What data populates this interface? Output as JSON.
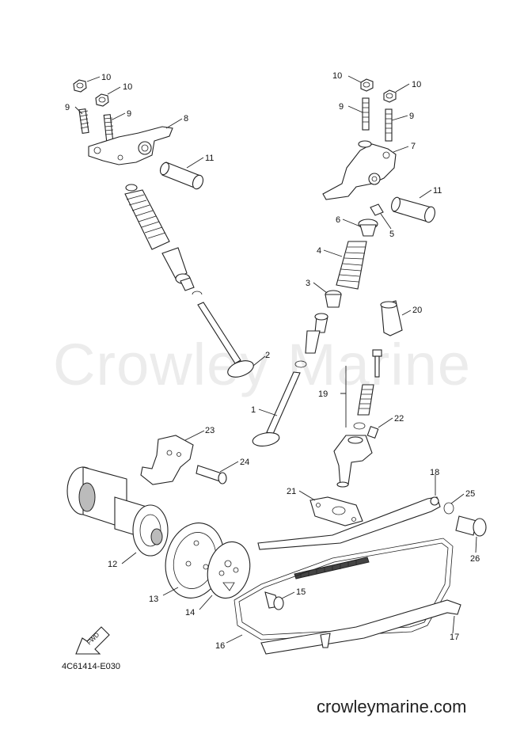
{
  "watermark": "Crowley Marine",
  "diagram_code": "4C61414-E030",
  "site": "crowleymarine.com",
  "fwd_label": "FWD",
  "callouts": [
    "1",
    "2",
    "3",
    "4",
    "5",
    "6",
    "7",
    "8",
    "9",
    "9",
    "9",
    "9",
    "10",
    "10",
    "10",
    "10",
    "11",
    "11",
    "12",
    "13",
    "14",
    "15",
    "16",
    "17",
    "18",
    "19",
    "20",
    "21",
    "22",
    "23",
    "24",
    "25",
    "26"
  ]
}
